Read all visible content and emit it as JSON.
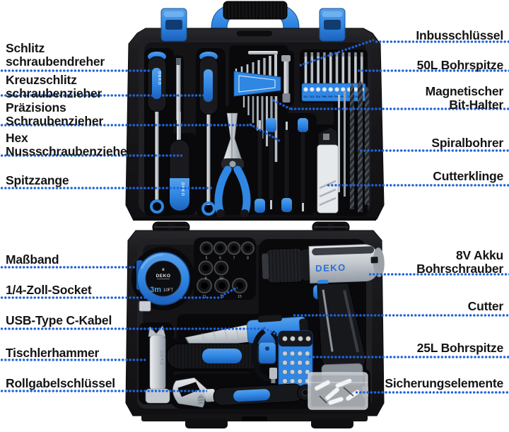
{
  "brand": "DEKO",
  "annotations": {
    "left": [
      {
        "text": "Schlitz\nschraubendreher"
      },
      {
        "text": "Kreuzschlitz\nschraubenzieher"
      },
      {
        "text": "Präzisions\nSchraubenzieher"
      },
      {
        "text": "Hex\nNussschraubenzieher"
      },
      {
        "text": "Spitzzange"
      },
      {
        "text": "Maßband"
      },
      {
        "text": "1/4-Zoll-Socket"
      },
      {
        "text": "USB-Type C-Kabel"
      },
      {
        "text": "Tischlerhammer"
      },
      {
        "text": "Rollgabelschlüssel"
      }
    ],
    "right": [
      {
        "text": "Inbusschlüssel"
      },
      {
        "text": "50L Bohrspitze"
      },
      {
        "text": "Magnetischer\nBit-Halter"
      },
      {
        "text": "Spiralbohrer"
      },
      {
        "text": "Cutterklinge"
      },
      {
        "text": "8V Akku\nBohrschrauber"
      },
      {
        "text": "Cutter"
      },
      {
        "text": "25L Bohrspitze"
      },
      {
        "text": "Sicherungselemente"
      }
    ]
  },
  "product_texts": {
    "drill_logo": "DEKO",
    "tape_logo": "DEKO",
    "tape_length": "3m",
    "tape_length_ft": "10FT",
    "hammer_mark": "DEKO",
    "screwdriver_mark": "DEKO",
    "bit_labels": [
      "SL4",
      "SL5",
      "SL6",
      "PH0",
      "PH1",
      "PH2",
      "PH3",
      "T15",
      "T20",
      "AD"
    ],
    "socket_sizes": [
      "5",
      "6",
      "7",
      "8",
      "9",
      "10",
      "11",
      "13",
      "15"
    ]
  },
  "colors": {
    "accent_blue": "#2f87e3",
    "dot_blue": "#1f63d9",
    "case_black": "#17171a",
    "label_text": "#141414",
    "drill_silver": "#c9ced4"
  }
}
